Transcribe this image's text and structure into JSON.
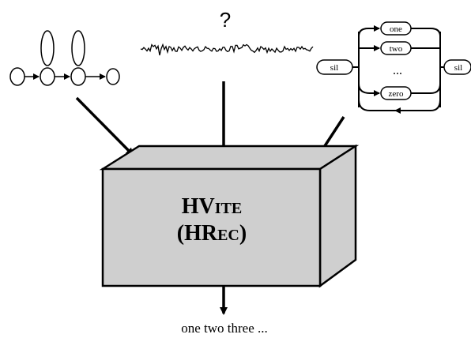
{
  "diagram": {
    "question_mark": "?",
    "box": {
      "line1_prefix": "HV",
      "line1_smallcaps": "ITE",
      "line2_open": "(",
      "line2_prefix": "HR",
      "line2_smallcaps": "EC",
      "line2_close": ")",
      "fill_color": "#cfcfcf"
    },
    "grammar": {
      "sil_left": "sil",
      "sil_right": "sil",
      "words": [
        "one",
        "two",
        "zero"
      ],
      "ellipsis": "..."
    },
    "output_text": "one two three ..."
  }
}
